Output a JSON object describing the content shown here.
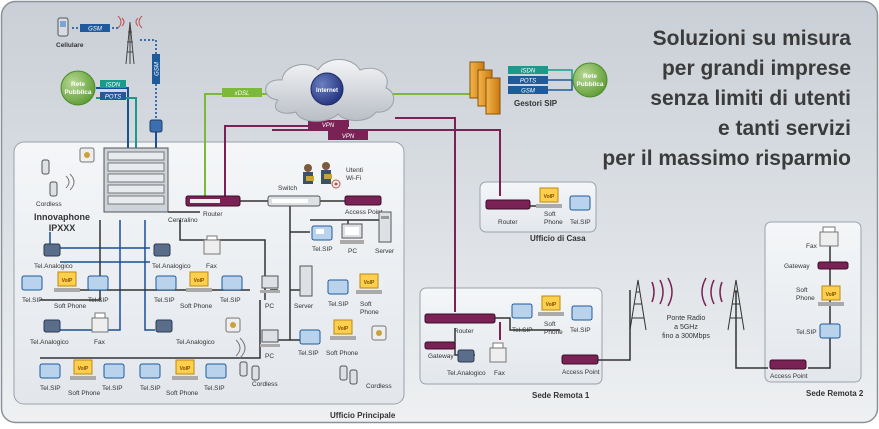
{
  "headline": [
    "Soluzioni su misura",
    "per grandi imprese",
    "senza limiti di utenti",
    "e tanti servizi",
    "per il massimo risparmio"
  ],
  "labels": {
    "cellulare": "Cellulare",
    "gsm": "GSM",
    "isdn": "ISDN",
    "pots": "POTS",
    "rete_pubblica": "Rete\nPubblica",
    "xdsl": "xDSL",
    "internet": "Internet",
    "vpn": "VPN",
    "gestori_sip": "Gestori SIP",
    "cordless": "Cordless",
    "innovaphone": "Innovaphone\nIPXXX",
    "centralino": "Centralino",
    "router": "Router",
    "switch": "Switch",
    "access_point": "Access Point",
    "utenti_wifi": "Utenti\nWi-Fi",
    "tel_sip": "Tel.SIP",
    "pc": "PC",
    "server": "Server",
    "tel_analogico": "Tel.Analogico",
    "fax": "Fax",
    "soft_phone": "Soft Phone",
    "soft_phone_stacked": "Soft\nPhone",
    "voip": "VoIP",
    "gateway": "Gateway",
    "ufficio_di_casa": "Ufficio di Casa",
    "ufficio_principale": "Ufficio Principale",
    "sede_remota_1": "Sede Remota 1",
    "sede_remota_2": "Sede Remota 2",
    "ponte_radio": "Ponte Radio\na 5GHz\nfino a 300Mbps"
  }
}
